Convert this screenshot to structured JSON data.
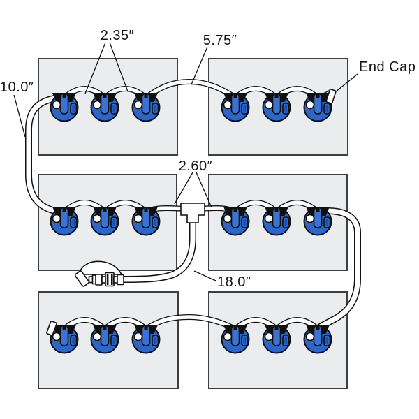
{
  "diagram": {
    "labels": {
      "valve_spacing": "2.35″",
      "group_spacing": "5.75″",
      "left_jumper_length": "10.0″",
      "end_cap": "End Cap",
      "tee_spacing": "2.60″",
      "supply_drop_length": "18.0″"
    },
    "counts": {
      "batteries": 6,
      "valves_per_battery": 3,
      "valves_total": 18
    },
    "colors": {
      "valve_blue": "#2d66c9",
      "valve_blue_light": "#3b73d4",
      "valve_slot_blue": "#1d4fa8",
      "battery_fill": "#ebeced",
      "battery_border": "#3f3f3f",
      "line_black": "#101010",
      "tube_white": "#ffffff"
    }
  }
}
